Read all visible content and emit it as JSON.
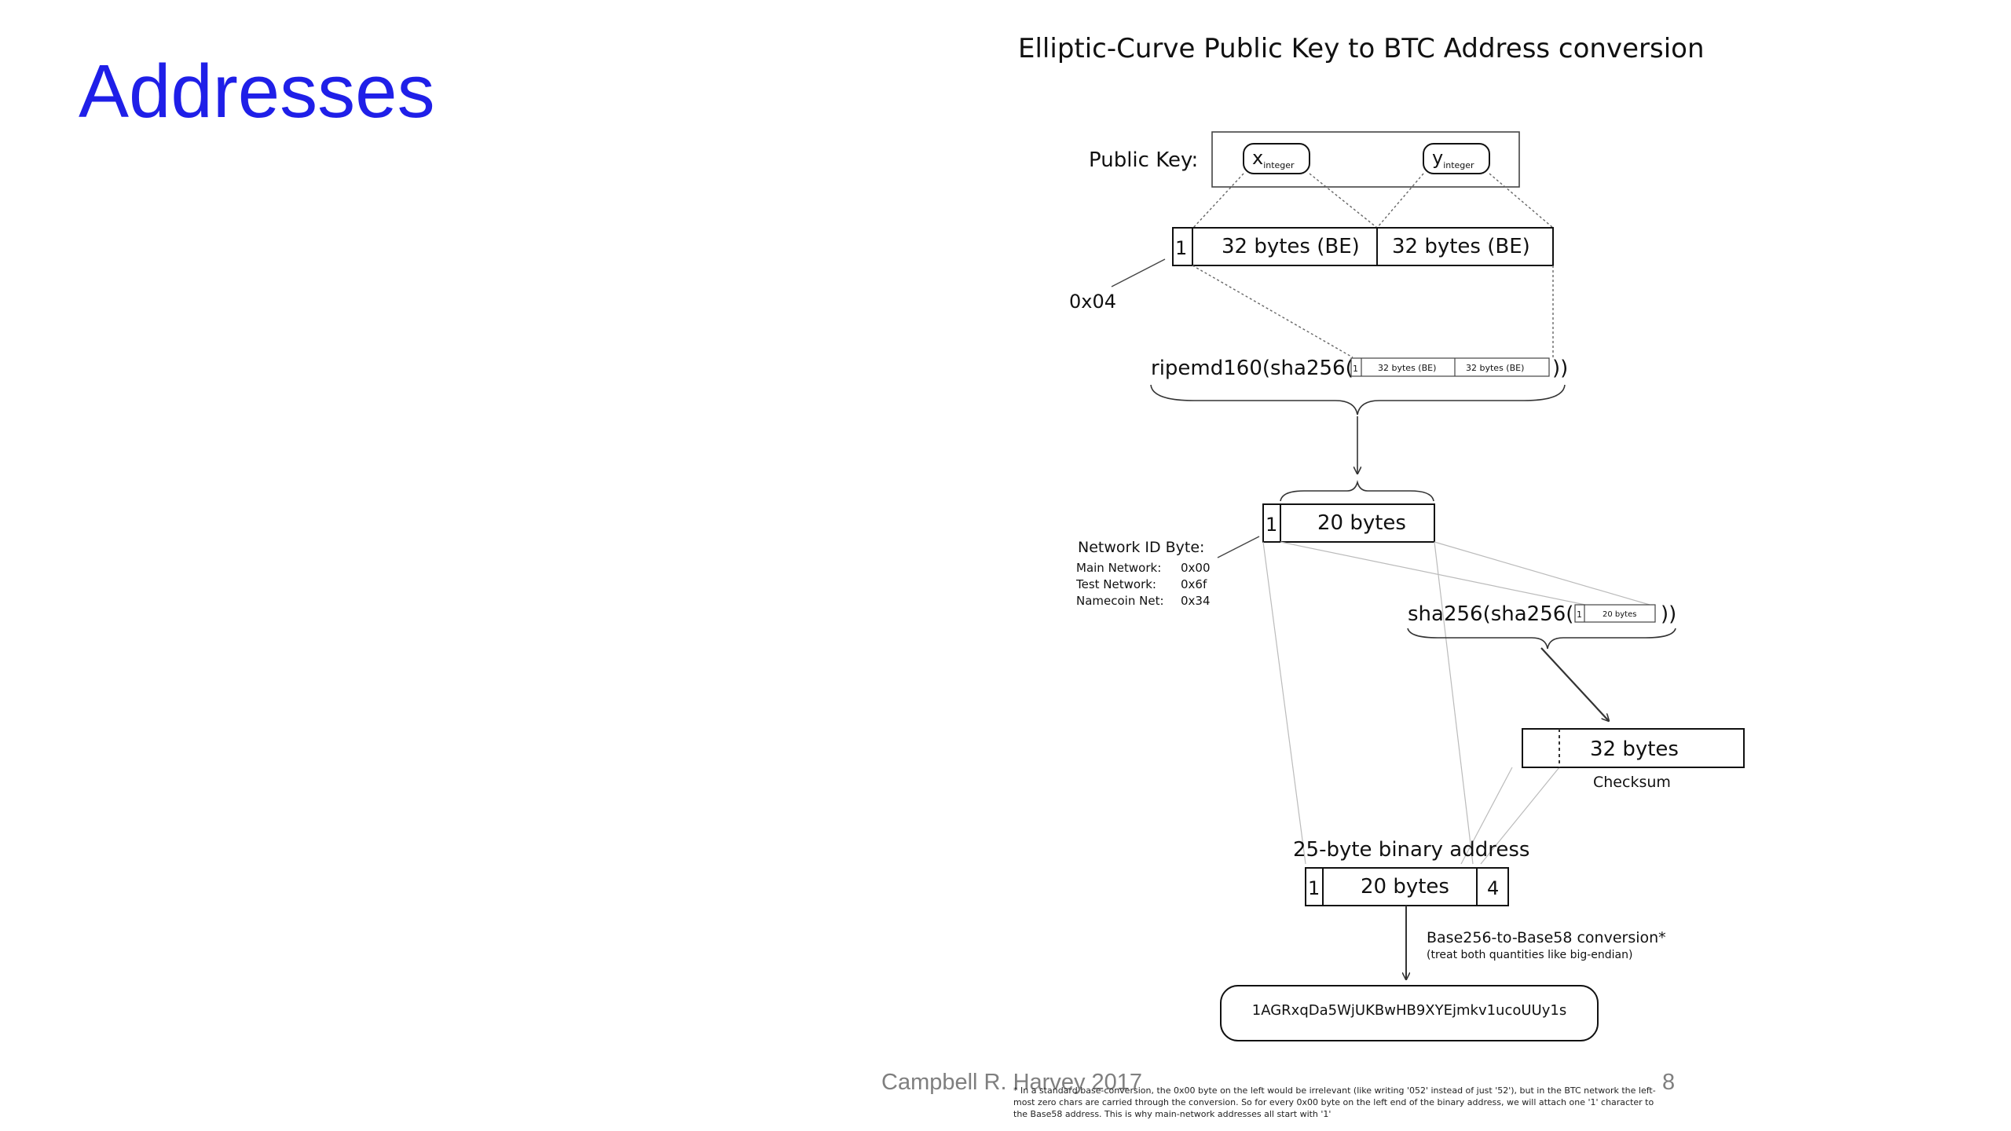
{
  "slide": {
    "title": "Addresses",
    "footer_author": "Campbell R. Harvey 2017",
    "page_number": "8"
  },
  "diagram": {
    "title": "Elliptic-Curve Public Key to BTC Address conversion",
    "public_key_label": "Public Key:",
    "x_main": "x",
    "x_sub": "integer",
    "y_main": "y",
    "y_sub": "integer",
    "prefix_digit": "1",
    "bytes32_be": "32 bytes (BE)",
    "prefix_value": "0x04",
    "ripemd_open": "ripemd160(sha256(",
    "close_parens": "))",
    "bytes20": "20 bytes",
    "network_id_label": "Network ID Byte:",
    "networks": [
      {
        "name": "Main Network:",
        "value": "0x00"
      },
      {
        "name": "Test Network:",
        "value": "0x6f"
      },
      {
        "name": "Namecoin Net:",
        "value": "0x34"
      }
    ],
    "sha_open": "sha256(sha256(",
    "bytes32": "32 bytes",
    "checksum_label": "Checksum",
    "binary_address_label": "25-byte binary address",
    "checksum_len": "4",
    "base58_label": "Base256-to-Base58 conversion*",
    "base58_note": "(treat both quantities like big-endian)",
    "address": "1AGRxqDa5WjUKBwHB9XYEjmkv1ucoUUy1s",
    "footnote": "* In a standard base-conversion, the 0x00 byte on the left would be irrelevant (like writing '052' instead of just '52'), but in the BTC network the left-most zero chars are carried through the conversion. So for every 0x00 byte on the left end of the binary address, we will attach one '1' character to the Base58 address. This is why main-network addresses all start with '1'"
  }
}
